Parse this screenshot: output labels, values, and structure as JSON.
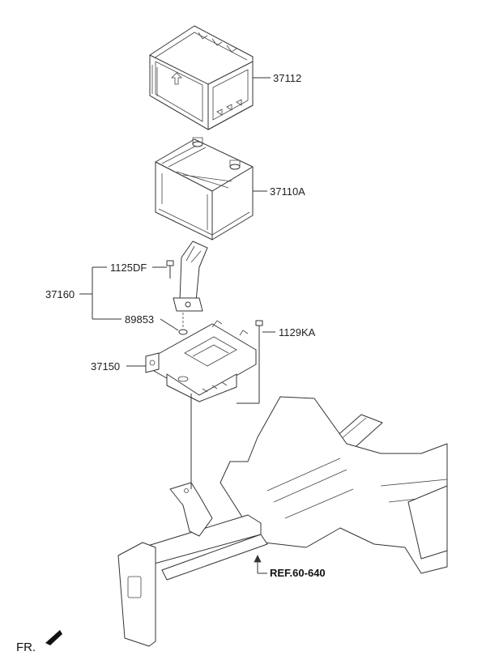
{
  "callouts": {
    "tray_cover": "37112",
    "battery": "37110A",
    "bolt_upper": "1125DF",
    "bracket_assy": "37160",
    "nut": "89853",
    "bolt_right": "1129KA",
    "tray": "37150"
  },
  "reference": "REF.60-640",
  "front_marker": "FR."
}
